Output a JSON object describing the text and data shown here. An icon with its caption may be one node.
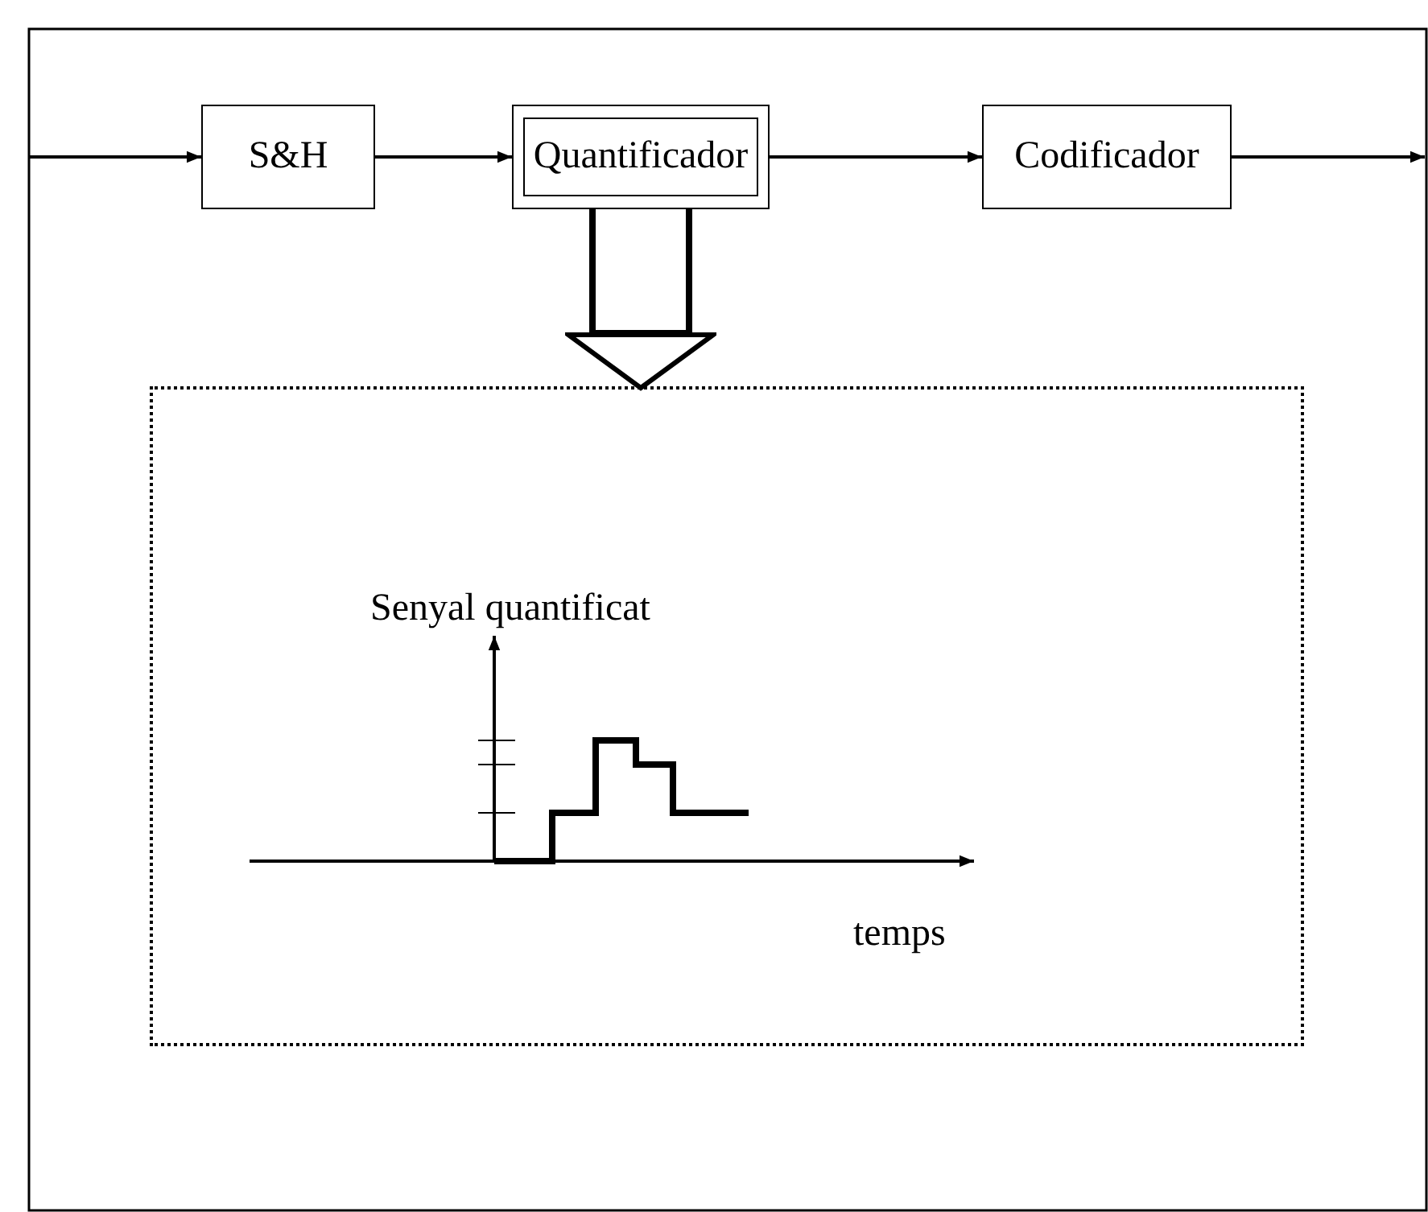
{
  "diagram": {
    "nodes": [
      {
        "text": [
          "S&H"
        ]
      },
      {
        "text": [
          "Quantificador"
        ]
      },
      {
        "text": [
          "Codificador"
        ]
      },
      {
        "text": [],
        "shape": "box"
      }
    ],
    "edges": [
      {
        "from": null,
        "to": 0,
        "arrow": "to"
      },
      {
        "from": 0,
        "to": 1,
        "arrow": "to"
      },
      {
        "from": 1,
        "to": 2,
        "arrow": "to"
      },
      {
        "from": 2,
        "to": null,
        "arrow": "to"
      },
      {
        "from": 1,
        "to": 3,
        "arrow": "to",
        "style": "thick"
      }
    ],
    "labels": [
      "Senyal quantificat",
      "temps"
    ]
  }
}
